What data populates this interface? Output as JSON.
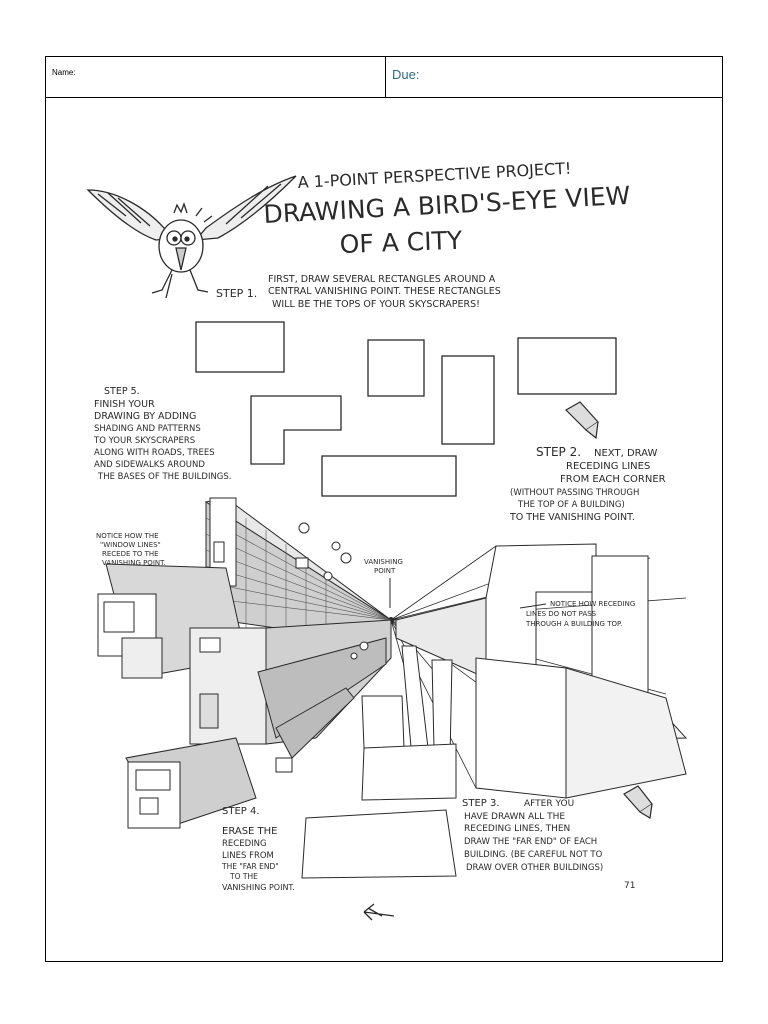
{
  "header": {
    "name_label": "Name:",
    "due_label": "Due:"
  },
  "title": {
    "line1": "A 1-POINT PERSPECTIVE PROJECT!",
    "line2": "DRAWING A BIRD'S-EYE VIEW",
    "line3": "OF A CITY"
  },
  "steps": {
    "step1_prefix": "STEP 1.",
    "step1_l1": "FIRST, DRAW SEVERAL RECTANGLES AROUND A",
    "step1_l2": "CENTRAL VANISHING POINT. THESE RECTANGLES",
    "step1_l3": "WILL BE THE TOPS OF YOUR SKYSCRAPERS!",
    "step2_prefix": "STEP 2.",
    "step2_l1": "NEXT, DRAW",
    "step2_l2": "RECEDING LINES",
    "step2_l3": "FROM EACH CORNER",
    "step2_l4": "(WITHOUT PASSING THROUGH",
    "step2_l5": "THE TOP OF A BUILDING)",
    "step2_l6": "TO THE VANISHING POINT.",
    "step3_prefix": "STEP 3.",
    "step3_l1": "AFTER YOU",
    "step3_l2": "HAVE DRAWN ALL THE",
    "step3_l3": "RECEDING LINES, THEN",
    "step3_l4": "DRAW THE \"FAR END\" OF EACH",
    "step3_l5": "BUILDING. (BE CAREFUL NOT TO",
    "step3_l6": "DRAW OVER OTHER BUILDINGS)",
    "step4_prefix": "STEP 4.",
    "step4_l1": "ERASE THE",
    "step4_l2": "RECEDING",
    "step4_l3": "LINES FROM",
    "step4_l4": "THE \"FAR END\"",
    "step4_l5": "TO THE",
    "step4_l6": "VANISHING POINT.",
    "step5_prefix": "STEP 5.",
    "step5_l1": "FINISH YOUR",
    "step5_l2": "DRAWING BY ADDING",
    "step5_l3": "SHADING AND PATTERNS",
    "step5_l4": "TO YOUR SKYSCRAPERS",
    "step5_l5": "ALONG WITH ROADS, TREES",
    "step5_l6": "AND SIDEWALKS AROUND",
    "step5_l7": "THE BASES OF THE BUILDINGS."
  },
  "notes": {
    "window_l1": "NOTICE HOW THE",
    "window_l2": "\"WINDOW LINES\"",
    "window_l3": "RECEDE TO THE",
    "window_l4": "VANISHING POINT.",
    "vp_l1": "VANISHING",
    "vp_l2": "POINT",
    "receding_l1": "NOTICE HOW RECEDING",
    "receding_l2": "LINES DO NOT PASS",
    "receding_l3": "THROUGH A BUILDING TOP."
  },
  "page_number": "71"
}
